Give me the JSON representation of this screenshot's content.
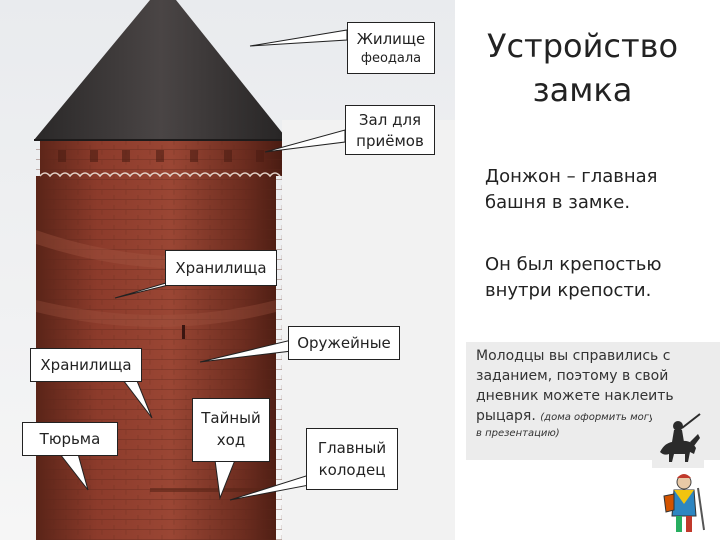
{
  "callouts": {
    "dwelling": [
      "Жилище",
      "феодала"
    ],
    "hall": [
      "Зал для",
      "приёмов"
    ],
    "storage_upper": "Хранилища",
    "armory": "Оружейные",
    "storage_lower": "Хранилища",
    "prison": "Тюрьма",
    "secret_passage": [
      "Тайный",
      "ход"
    ],
    "main_well": [
      "Главный",
      "колодец"
    ]
  },
  "title": [
    "Устройство",
    "замка"
  ],
  "paragraph1": [
    "Донжон – главная",
    "башня в замке."
  ],
  "paragraph2": [
    "Он был крепостью",
    "внутри крепости."
  ],
  "note": {
    "lines": [
      "Молодцы вы справились с",
      "заданием, поэтому в свой",
      "дневник можете наклеить"
    ],
    "last_word": "рыцаря.",
    "small_1": "(дома оформить могут в",
    "small_2": "в презентацию)"
  },
  "colors": {
    "brick": "#8b3a2a",
    "roof": "#3c3a3a",
    "background": "#ffffff",
    "note_bg": "#ececec"
  },
  "icons": [
    "knight-on-horse-icon",
    "knight-herald-icon"
  ]
}
